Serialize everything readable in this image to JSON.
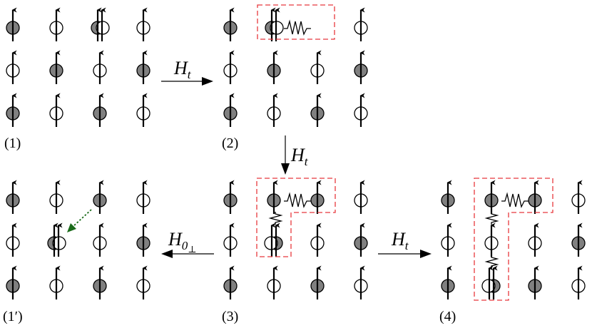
{
  "colors": {
    "filled": "#808080",
    "empty": "#ffffff",
    "stroke": "#000000",
    "box": "#e8383d",
    "hint_arrow": "#1a6b1a"
  },
  "panels": [
    {
      "id": "p1",
      "label": "(1)",
      "sites": [
        [
          "filled",
          "empty",
          "double_fe",
          "empty"
        ],
        [
          "empty",
          "filled",
          "empty",
          "filled"
        ],
        [
          "filled",
          "empty",
          "filled",
          "empty"
        ]
      ]
    },
    {
      "id": "p2",
      "label": "(2)",
      "sites": [
        [
          "filled",
          "double_fe",
          "none",
          "empty"
        ],
        [
          "empty",
          "filled",
          "empty",
          "filled"
        ],
        [
          "filled",
          "empty",
          "filled",
          "empty"
        ]
      ]
    },
    {
      "id": "p1p",
      "label": "(1′)",
      "sites": [
        [
          "filled",
          "empty",
          "filled",
          "empty"
        ],
        [
          "empty",
          "double_fe",
          "empty",
          "filled"
        ],
        [
          "filled",
          "empty",
          "filled",
          "empty"
        ]
      ]
    },
    {
      "id": "p3",
      "label": "(3)",
      "sites": [
        [
          "filled",
          "filled",
          "filled",
          "empty"
        ],
        [
          "empty",
          "double_ef",
          "empty",
          "filled"
        ],
        [
          "filled",
          "empty",
          "filled",
          "empty"
        ]
      ]
    },
    {
      "id": "p4",
      "label": "(4)",
      "sites": [
        [
          "filled",
          "filled",
          "filled",
          "empty"
        ],
        [
          "empty",
          "empty",
          "empty",
          "filled"
        ],
        [
          "filled",
          "double_ef",
          "filled",
          "empty"
        ]
      ]
    }
  ],
  "operators": [
    {
      "id": "op1",
      "main": "H",
      "sub": "t",
      "subsub": ""
    },
    {
      "id": "op2",
      "main": "H",
      "sub": "t",
      "subsub": ""
    },
    {
      "id": "op3",
      "main": "H",
      "sub": "0",
      "subsub": "⊥"
    },
    {
      "id": "op4",
      "main": "H",
      "sub": "t",
      "subsub": ""
    }
  ]
}
